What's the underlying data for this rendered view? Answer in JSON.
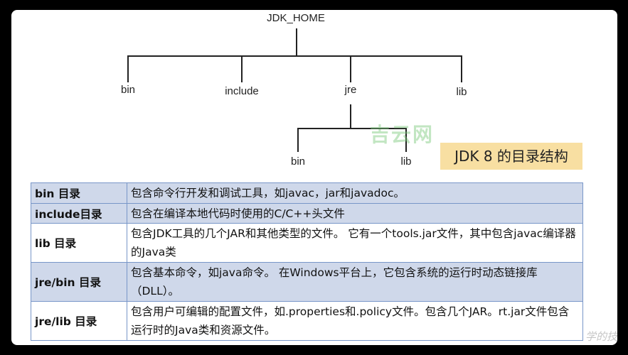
{
  "tree": {
    "root": "JDK_HOME",
    "children": [
      "bin",
      "include",
      "jre",
      "lib"
    ],
    "jre_children": [
      "bin",
      "lib"
    ]
  },
  "watermark": "吉云网",
  "caption": "JDK 8 的目录结构",
  "table": {
    "rows": [
      {
        "dir": "bin 目录",
        "desc": "包含命令行开发和调试工具，如javac，jar和javadoc。"
      },
      {
        "dir": "include目录",
        "desc": "包含在编译本地代码时使用的C/C++头文件"
      },
      {
        "dir": "lib 目录",
        "desc": "包含JDK工具的几个JAR和其他类型的文件。 它有一个tools.jar文件，其中包含javac编译器的Java类"
      },
      {
        "dir": "jre/bin 目录",
        "desc": "包含基本命令，如java命令。 在Windows平台上，它包含系统的运行时动态链接库（DLL）。"
      },
      {
        "dir": "jre/lib 目录",
        "desc": "包含用户可编辑的配置文件，如.properties和.policy文件。包含几个JAR。rt.jar文件包含运行时的Java类和资源文件。"
      }
    ]
  },
  "corner_watermark": "学的技"
}
